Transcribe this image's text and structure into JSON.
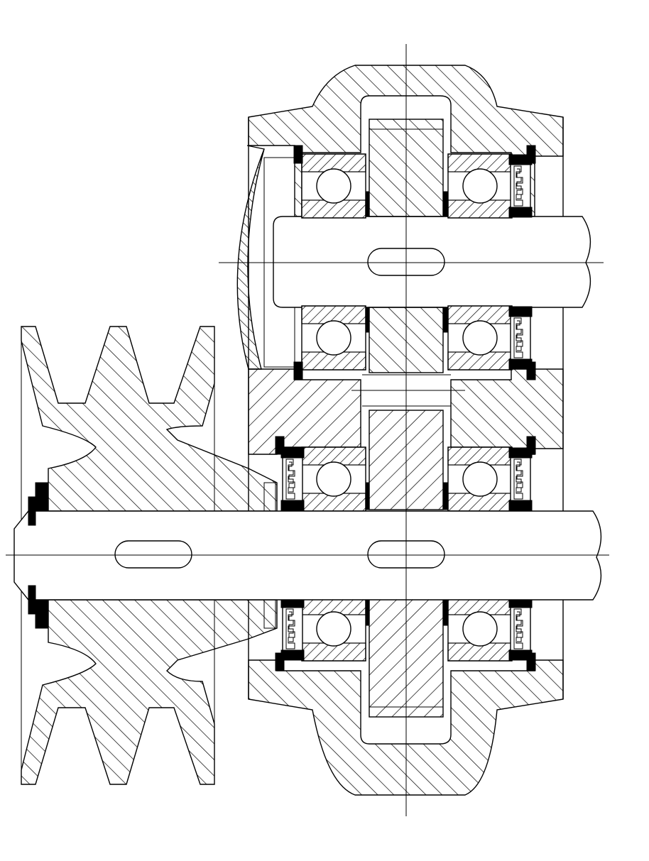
{
  "drawing": {
    "type": "mechanical cross-section",
    "hatch_color": "#000000",
    "background": "#ffffff",
    "components": [
      "housing",
      "v-belt-pulley",
      "input-shaft",
      "output-shaft",
      "pinion",
      "gear",
      "ball-bearing",
      "oil-seal",
      "end-cap",
      "keyway"
    ]
  }
}
